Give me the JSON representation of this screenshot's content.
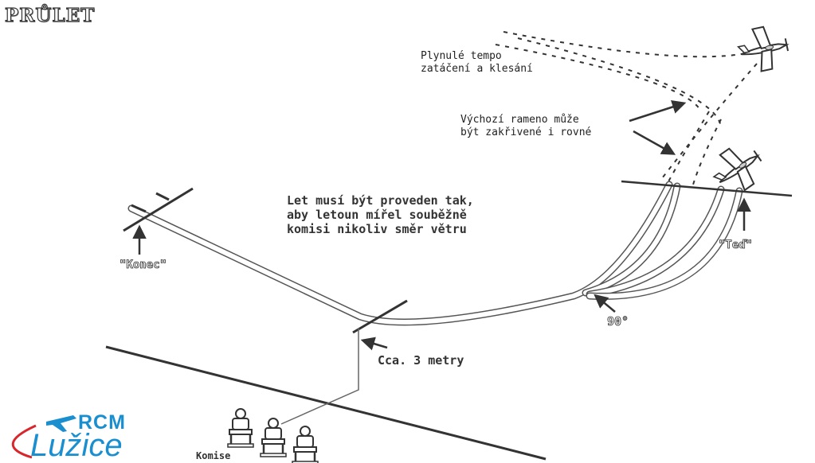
{
  "title": "PRŮLET",
  "notes": {
    "smooth_turn": "Plynulé tempo\nzatáčení a klesání",
    "start_leg": "Výchozí rameno může\nbýt zakřivené i rovné",
    "parallel": "Let musí být proveden tak,\naby letoun mířel souběžně\nkomisi nikoliv směr větru"
  },
  "labels": {
    "end": "\"Konec\"",
    "now": "\"Teď\"",
    "angle": "90°",
    "distance": "Cca. 3 metry",
    "judges": "Komise"
  },
  "logo": {
    "org": "RCM",
    "city": "Lužice",
    "accent_color": "#1a8fd0",
    "swoosh_color": "#d9262b"
  }
}
